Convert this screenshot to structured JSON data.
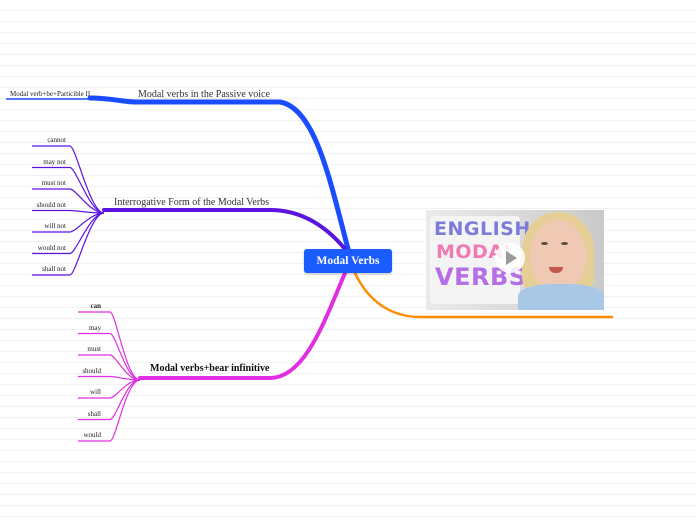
{
  "center": {
    "label": "Modal Verbs",
    "color": "#1a5cff"
  },
  "branches": {
    "passive": {
      "label": "Modal verbs in the Passive voice",
      "color": "#1a4dff",
      "children": [
        "Modal verb+be+Particible II"
      ]
    },
    "interrogative": {
      "label": "Interrogative Form of the Modal Verbs",
      "color": "#5b14e0",
      "children": [
        "cannot",
        "may not",
        "must not",
        "should not",
        "will not",
        "would not",
        "shall not"
      ]
    },
    "bare": {
      "label": "Modal verbs+bear infinitive",
      "color": "#e02ee0",
      "children": [
        "can",
        "may",
        "must",
        "should",
        "will",
        "shall",
        "would"
      ]
    },
    "image": {
      "color": "#ff8c00",
      "words": [
        "ENGLISH",
        "MODAL",
        "VERBS"
      ]
    }
  }
}
